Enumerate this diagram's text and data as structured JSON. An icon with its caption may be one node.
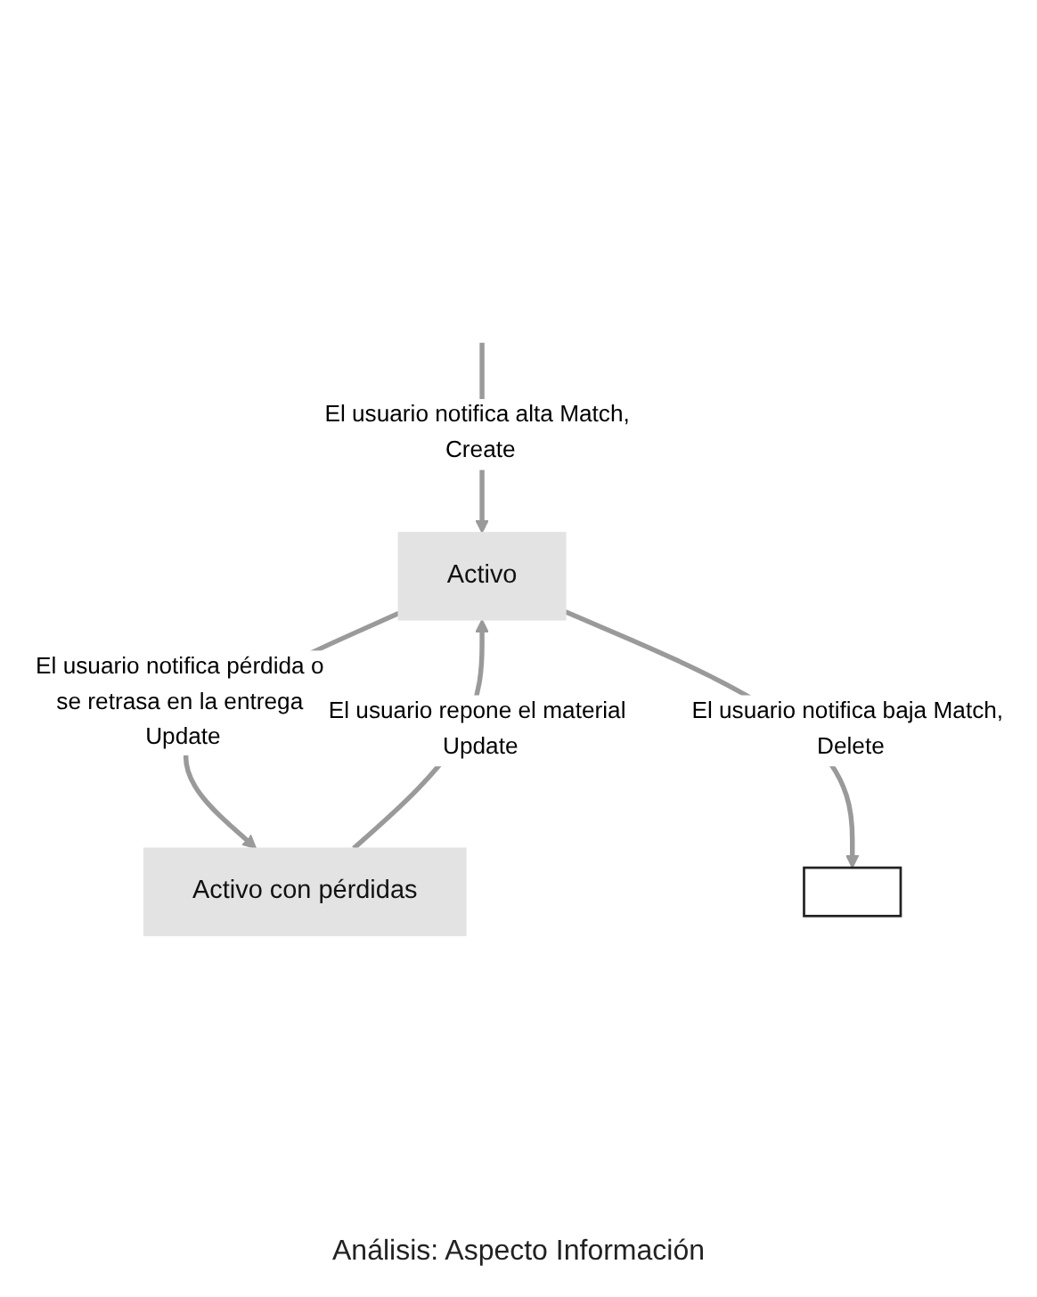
{
  "diagram": {
    "caption": "Análisis: Aspecto Información",
    "nodes": [
      {
        "text": [
          "Activo"
        ]
      },
      {
        "text": [
          "Activo con pérdidas"
        ]
      },
      {
        "text": [],
        "shape": "box"
      }
    ],
    "edges": [
      {
        "from": null,
        "to": 0,
        "arrow": "to",
        "label": "El usuario notifica alta Match, Create"
      },
      {
        "from": 0,
        "to": 1,
        "arrow": "to",
        "label": "El usuario notifica pérdida o se retrasa en la entrega Update"
      },
      {
        "from": 1,
        "to": 0,
        "arrow": "to",
        "label": "El usuario repone el material Update"
      },
      {
        "from": 0,
        "to": 2,
        "arrow": "to",
        "label": "El usuario notifica baja Match, Delete"
      }
    ]
  }
}
